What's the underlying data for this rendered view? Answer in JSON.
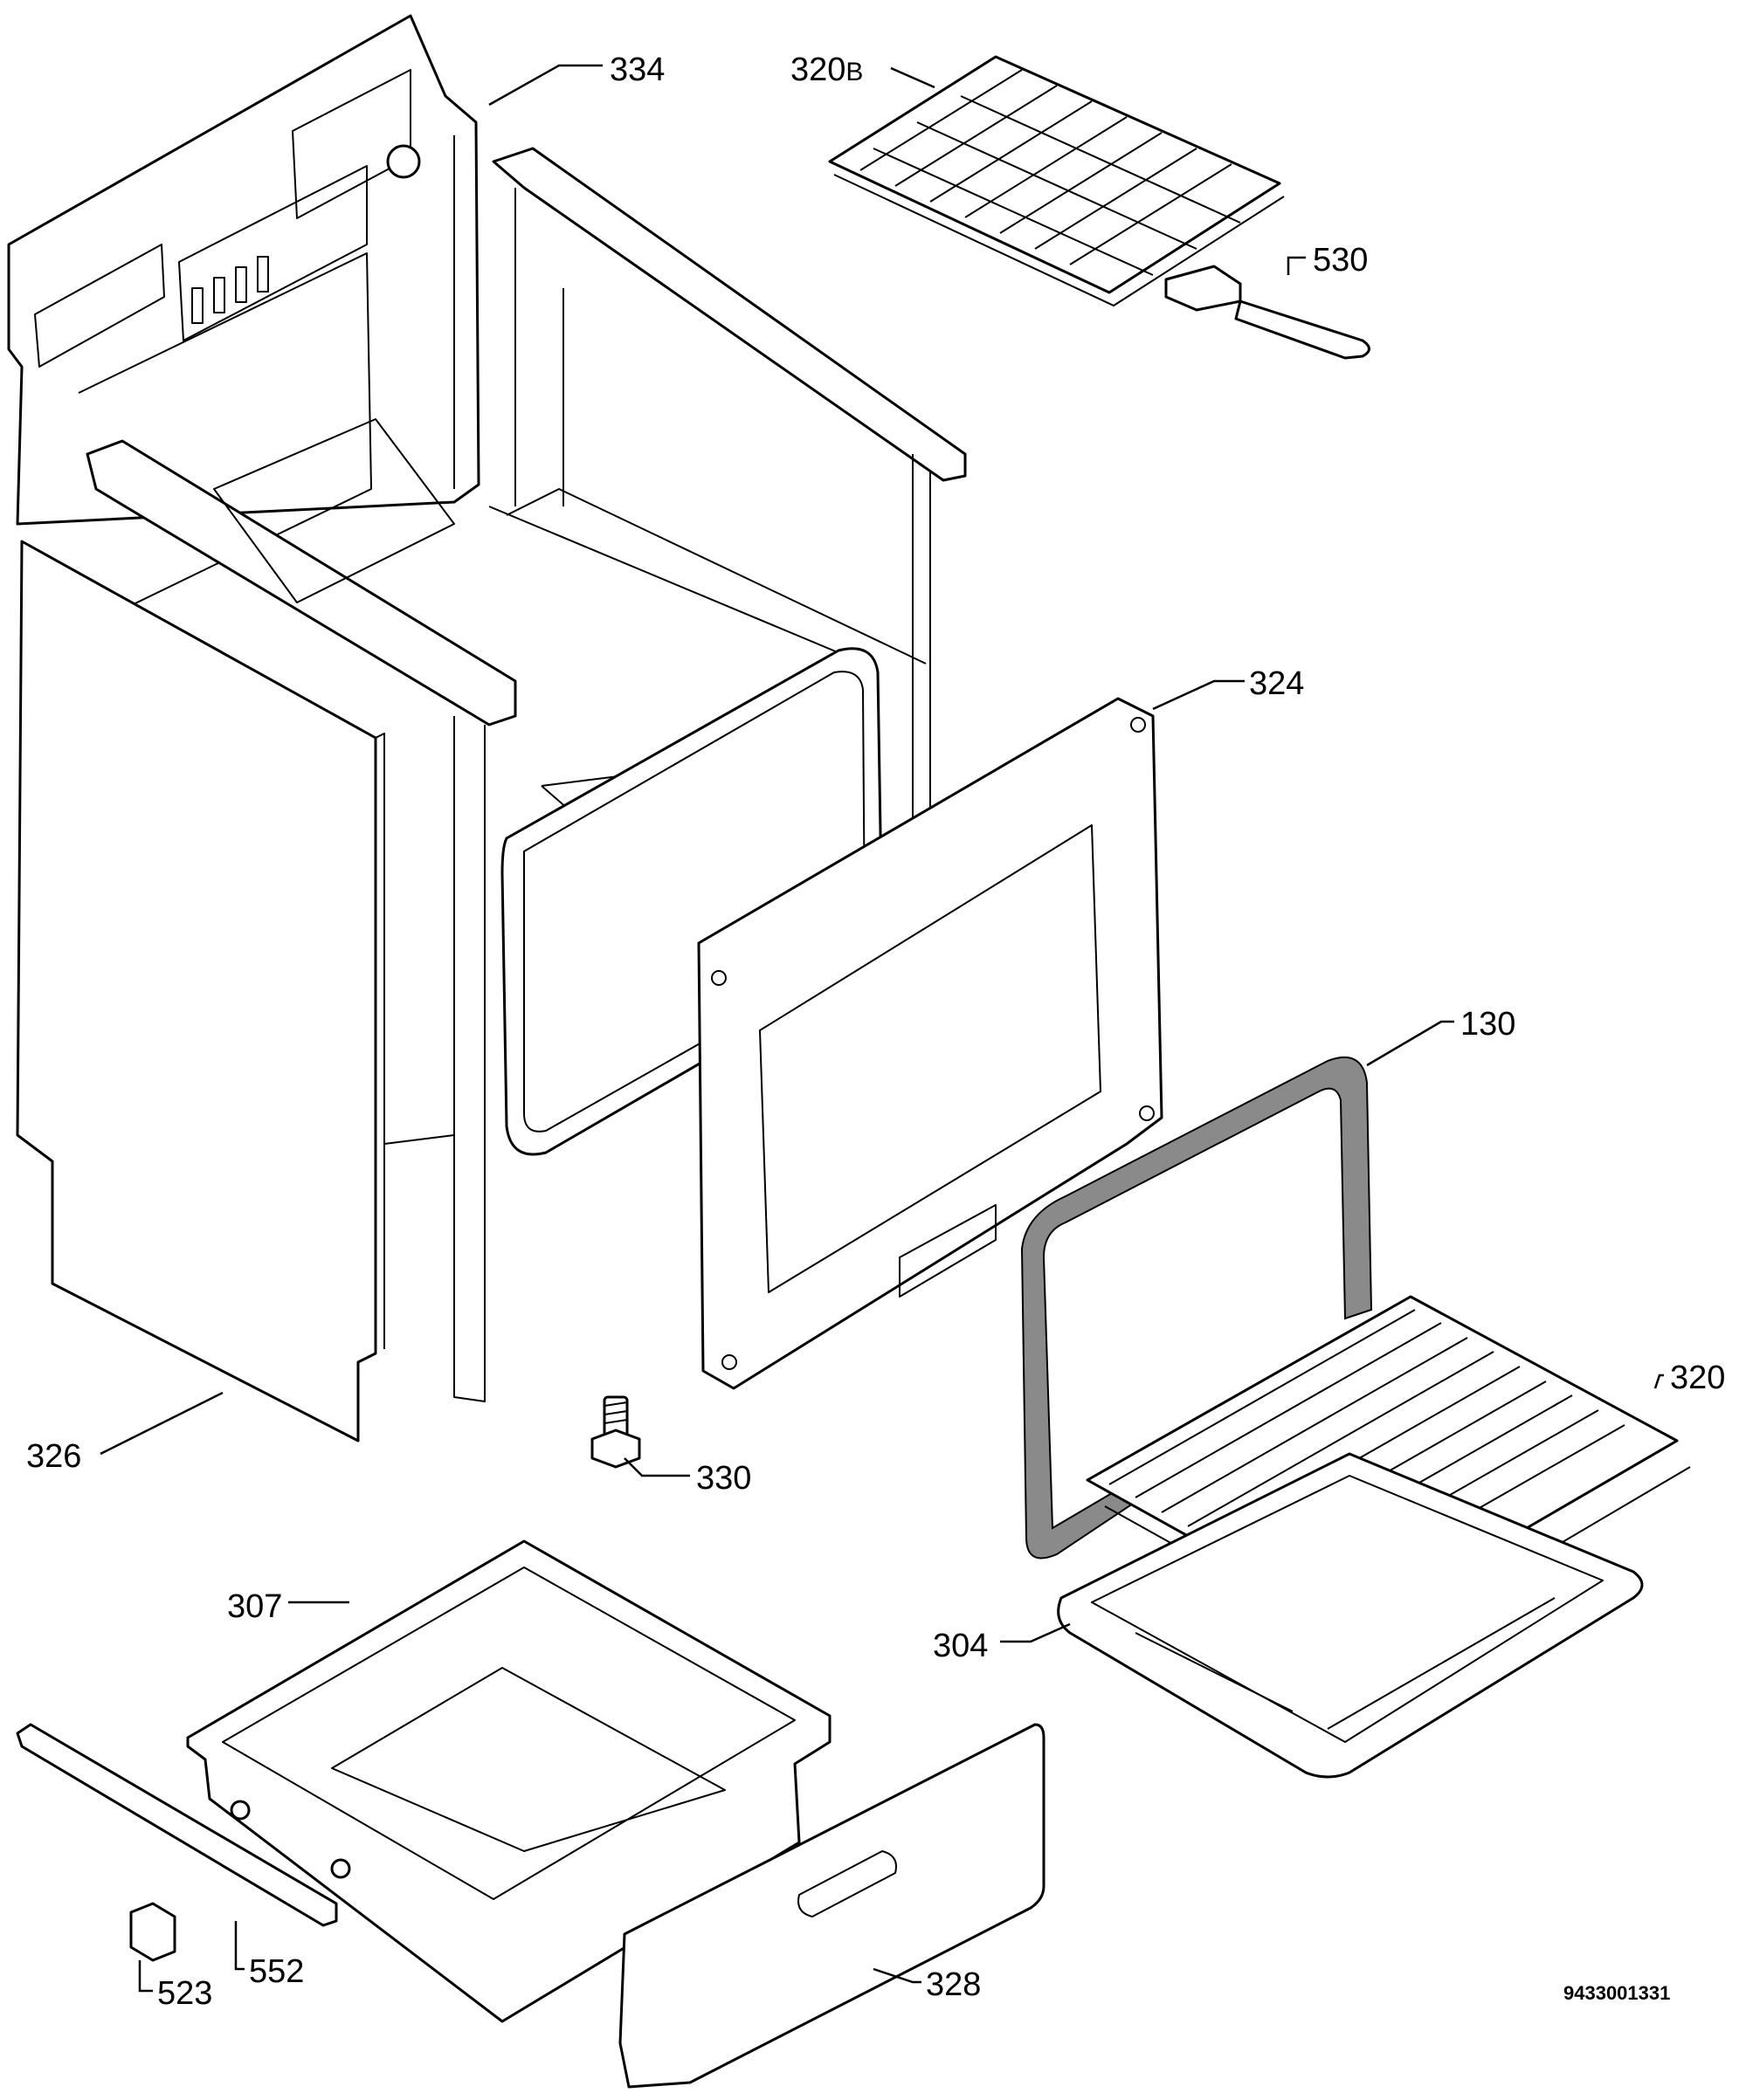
{
  "labels": {
    "l334": "334",
    "l320b": "320",
    "l320b_suffix": "B",
    "l530": "530",
    "l324": "324",
    "l130": "130",
    "l320": "320",
    "l326": "326",
    "l330": "330",
    "l307": "307",
    "l304": "304",
    "l552": "552",
    "l523": "523",
    "l328": "328"
  },
  "doc_id": "9433001331"
}
